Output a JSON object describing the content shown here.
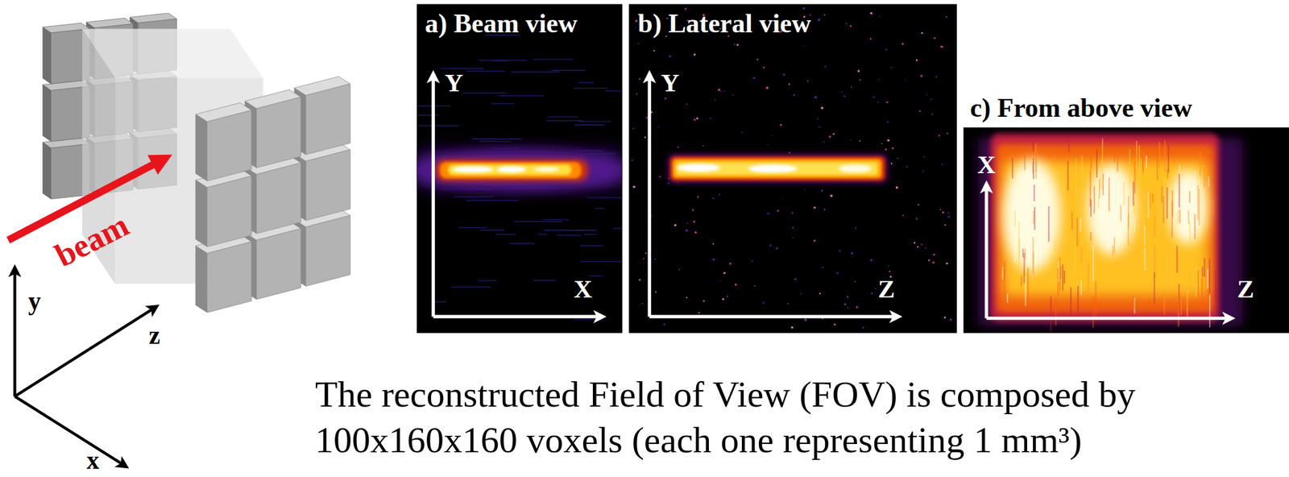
{
  "diagram": {
    "caption": "The reconstructed Field of View (FOV) is composed by 100x160x160 voxels (each one representing 1 mm³)",
    "nodes": [
      {
        "text": [
          "a) Beam view",
          "Y",
          "X"
        ]
      },
      {
        "text": [
          "b) Lateral view",
          "Y",
          "Z"
        ]
      },
      {
        "text": [
          "c) From above view",
          "X",
          "Z"
        ]
      }
    ],
    "labels": [
      "beam",
      "y",
      "z",
      "x"
    ]
  }
}
